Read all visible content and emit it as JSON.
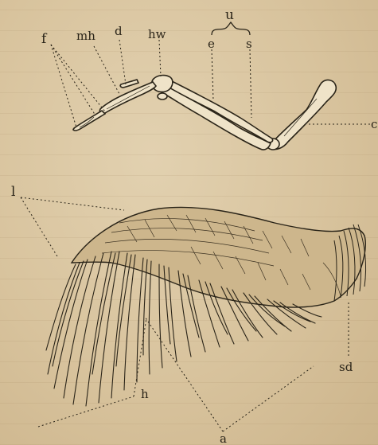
{
  "labels": {
    "f": "f",
    "mh": "mh",
    "d": "d",
    "hw": "hw",
    "u": "u",
    "e": "e",
    "s": "s",
    "c": "c",
    "l": "l",
    "h": "h",
    "sd": "sd",
    "a": "a"
  },
  "colors": {
    "paper": "#d9c6a3",
    "ink": "#2a2418",
    "bone": "#efe3c8"
  }
}
